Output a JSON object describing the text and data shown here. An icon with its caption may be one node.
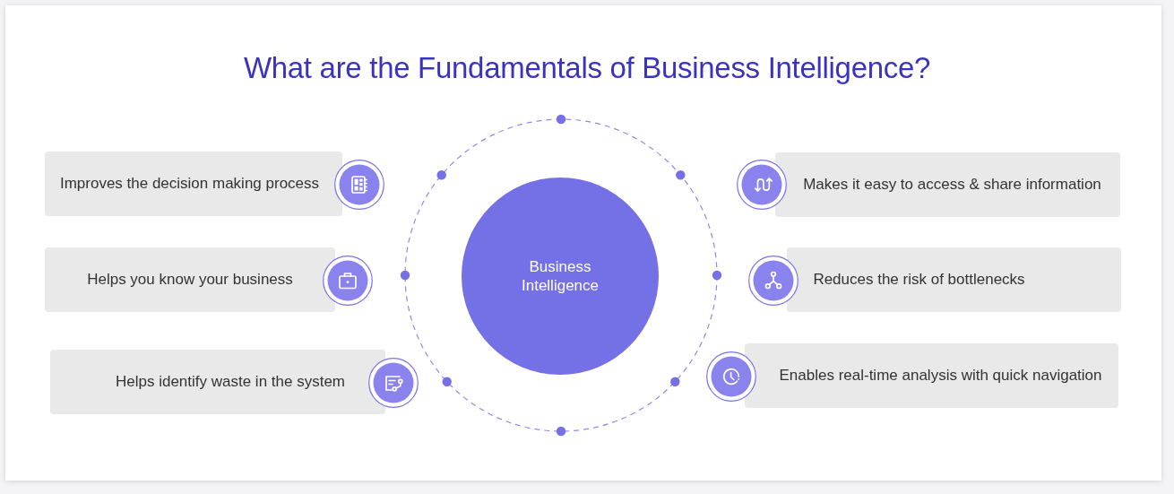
{
  "diagram": {
    "title": "What are the Fundamentals of Business Intelligence?",
    "nodes": [
      {
        "text": [
          "Business Intelligence"
        ]
      },
      {
        "text": [
          "Improves the decision making process"
        ]
      },
      {
        "text": [
          "Makes it easy to access & share information"
        ]
      },
      {
        "text": [
          "Helps you know your business"
        ]
      },
      {
        "text": [
          "Reduces the risk of bottlenecks"
        ]
      },
      {
        "text": [
          "Helps identify waste in the system"
        ]
      },
      {
        "text": [
          "Enables real-time analysis with quick navigation"
        ]
      }
    ]
  }
}
